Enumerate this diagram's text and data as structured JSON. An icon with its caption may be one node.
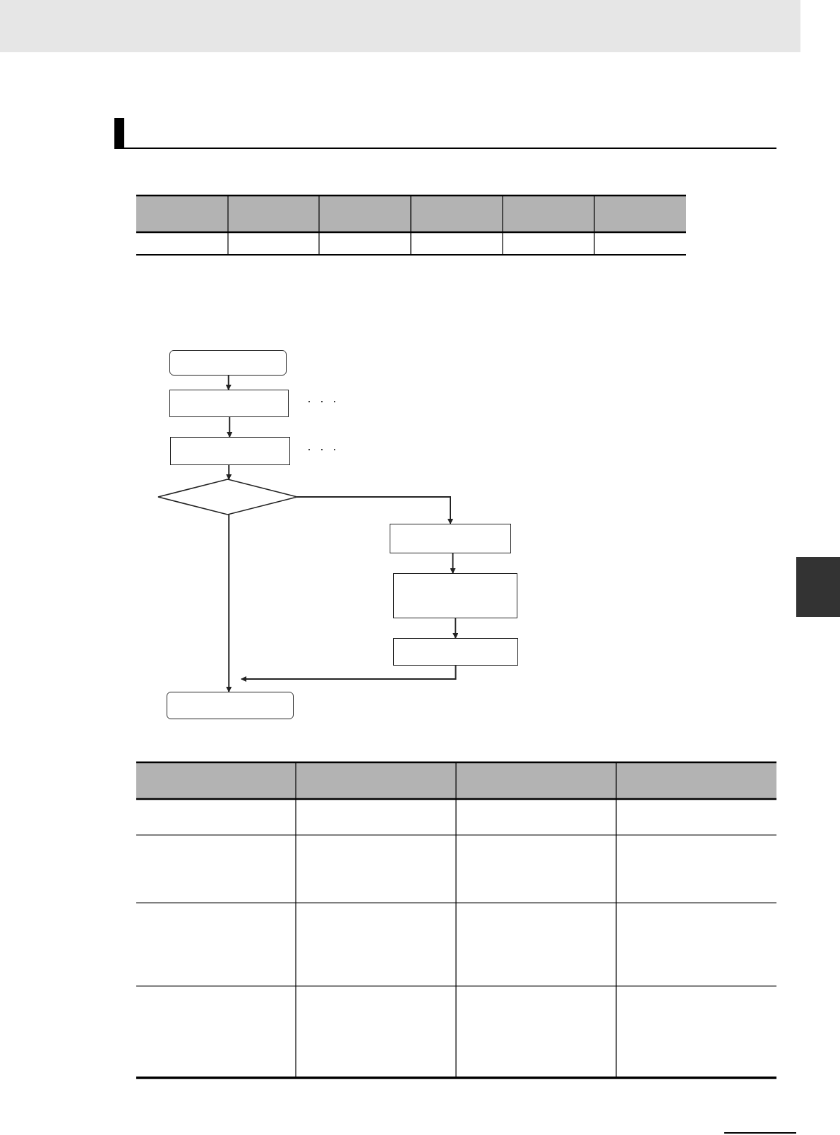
{
  "diagram": {
    "nodes": [
      {
        "text": [],
        "shape": "box"
      },
      {
        "text": [],
        "shape": "box"
      },
      {
        "text": [],
        "shape": "box"
      },
      {
        "text": [],
        "shape": "diamond"
      },
      {
        "text": [],
        "shape": "box"
      },
      {
        "text": [],
        "shape": "box"
      },
      {
        "text": [],
        "shape": "box"
      },
      {
        "text": [],
        "shape": "box"
      }
    ],
    "edges": [
      {
        "from": 0,
        "to": 1,
        "arrow": "to"
      },
      {
        "from": 1,
        "to": 2,
        "arrow": "to"
      },
      {
        "from": 2,
        "to": 3,
        "arrow": "to"
      },
      {
        "from": 3,
        "to": 4,
        "arrow": "to"
      },
      {
        "from": 4,
        "to": 5,
        "arrow": "to"
      },
      {
        "from": 5,
        "to": 6,
        "arrow": "to"
      },
      {
        "from": 3,
        "to": 7,
        "arrow": "to"
      },
      {
        "from": 6,
        "to": 7,
        "arrow": "to"
      }
    ]
  }
}
